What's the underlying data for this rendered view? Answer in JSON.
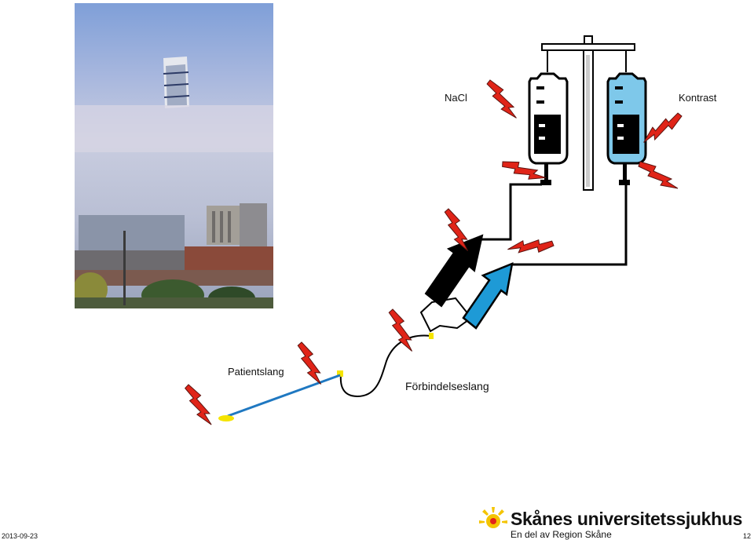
{
  "labels": {
    "nacl": "NaCl",
    "kontrast": "Kontrast",
    "patientslang": "Patientslang",
    "forbindelseslang": "Förbindelseslang"
  },
  "footer": {
    "date": "2013-09-23",
    "page": "12"
  },
  "logo": {
    "name": "Skånes universitetssjukhus",
    "tagline": "En del av Region Skåne"
  },
  "colors": {
    "black_arrow": "#000000",
    "blue_arrow": "#1e9ad6",
    "contrast_bag": "#7ec8ea",
    "patient_line": "#1f78c1",
    "connector_yellow": "#f5e400",
    "bolt_red": "#e02418",
    "logo_yellow": "#f4c400",
    "logo_red": "#e2231a"
  },
  "icons": [
    "lightning-bolt-icon",
    "up-arrow-icon",
    "iv-bag-icon"
  ]
}
